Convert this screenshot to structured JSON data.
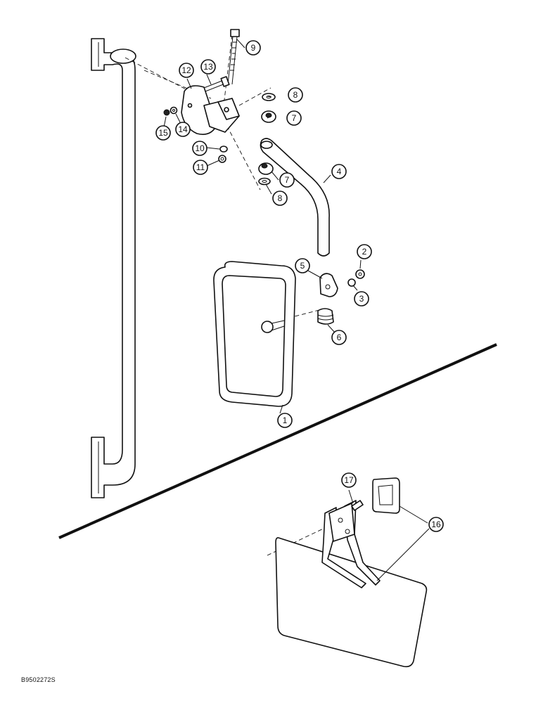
{
  "figure_code": "B9502272S",
  "callouts": [
    "1",
    "2",
    "3",
    "4",
    "5",
    "6",
    "7",
    "7",
    "8",
    "8",
    "9",
    "10",
    "11",
    "12",
    "13",
    "14",
    "15",
    "16",
    "17"
  ]
}
